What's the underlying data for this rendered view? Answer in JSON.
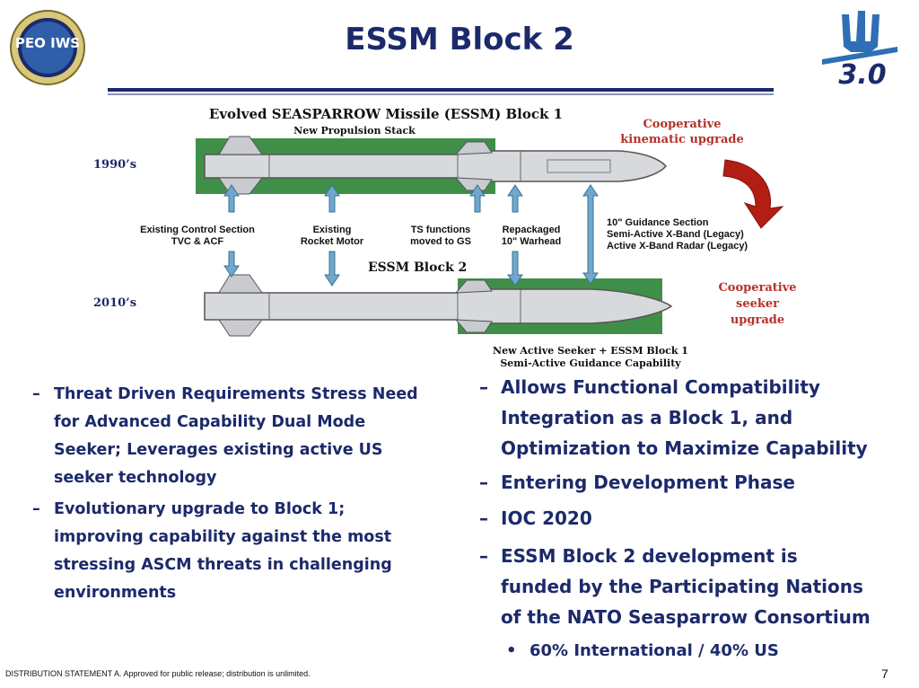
{
  "logos": {
    "left_text": "PEO IWS",
    "right_text": "3.0",
    "left_icon": "peo-iws-seal",
    "right_icon": "trident-icon"
  },
  "title": "ESSM Block 2",
  "diagram": {
    "top_title": "Evolved SEASPARROW Missile (ESSM) Block 1",
    "propulsion_label": "New Propulsion Stack",
    "era_top": "1990’s",
    "era_bottom": "2010’s",
    "block2_label": "ESSM Block 2",
    "coop_kinematic": [
      "Cooperative",
      "kinematic upgrade"
    ],
    "coop_seeker": [
      "Cooperative",
      "seeker",
      "upgrade"
    ],
    "callouts": {
      "control": [
        "Existing Control Section",
        "TVC & ACF"
      ],
      "motor": [
        "Existing",
        "Rocket Motor"
      ],
      "ts": [
        "TS functions",
        "moved to GS"
      ],
      "warhead": [
        "Repackaged",
        "10\" Warhead"
      ],
      "guidance": [
        "10\" Guidance Section",
        "Semi-Active X-Band (Legacy)",
        "Active X-Band Radar (Legacy)"
      ]
    },
    "bottom_caption": [
      "New Active Seeker + ESSM Block 1",
      "Semi-Active Guidance Capability"
    ],
    "colors": {
      "highlight_green": "#3f8f49",
      "arrow_blue": "#6fa8cc",
      "curved_arrow_red": "#b21d14",
      "serif_red": "#b3322a",
      "serif_blue": "#1c2a6b"
    }
  },
  "left_bullets": [
    {
      "lines": [
        "Threat Driven Requirements Stress Need",
        "for Advanced Capability Dual Mode",
        "Seeker; Leverages existing active US",
        "seeker technology"
      ]
    },
    {
      "lines": [
        "Evolutionary upgrade to Block 1;",
        "improving capability against the most",
        "stressing ASCM threats in challenging",
        "environments"
      ]
    }
  ],
  "right_bullets": [
    {
      "lines": [
        "Allows Functional Compatibility",
        "Integration as a Block 1, and",
        "Optimization to Maximize Capability"
      ]
    },
    {
      "lines": [
        "Entering Development Phase"
      ]
    },
    {
      "lines": [
        "IOC 2020"
      ]
    },
    {
      "lines": [
        "ESSM Block 2 development is",
        "funded by the Participating Nations",
        "of the NATO Seasparrow Consortium"
      ]
    }
  ],
  "sub_bullet": "60% International / 40% US",
  "dash_glyph": "–",
  "dot_glyph": "•",
  "footer": {
    "statement": "DISTRIBUTION STATEMENT A. Approved for public release; distribution is unlimited.",
    "page_number": "7"
  }
}
